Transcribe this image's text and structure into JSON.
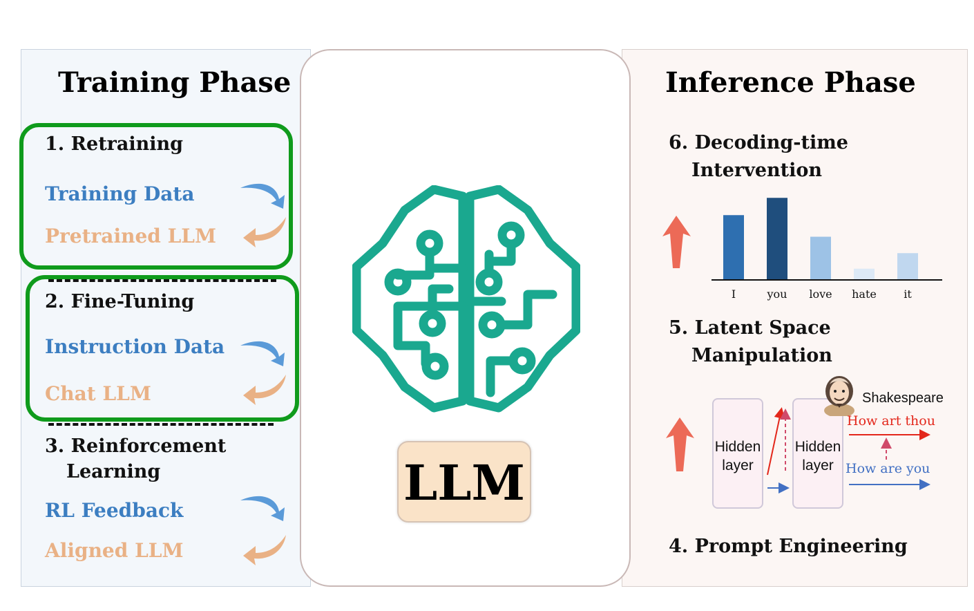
{
  "training": {
    "title": "Training Phase",
    "retraining": {
      "label": "1. Retraining",
      "input": "Training Data",
      "output": "Pretrained LLM"
    },
    "finetuning": {
      "label": "2. Fine-Tuning",
      "input": "Instruction Data",
      "output": "Chat LLM"
    },
    "rl": {
      "label_line1": "3. Reinforcement",
      "label_line2": "Learning",
      "input": "RL Feedback",
      "output": "Aligned LLM"
    }
  },
  "center": {
    "llm_label": "LLM",
    "icon": "circuit-brain-icon"
  },
  "inference": {
    "title": "Inference Phase",
    "decoding": {
      "label_line1": "6. Decoding-time",
      "label_line2": "Intervention"
    },
    "latent": {
      "label_line1": "5. Latent Space",
      "label_line2": "Manipulation",
      "hidden_layer_line1": "Hidden",
      "hidden_layer_line2": "layer",
      "persona": "Shakespeare",
      "target_phrase": "How art thou",
      "source_phrase": "How are you"
    },
    "prompt": {
      "label": "4. Prompt Engineering"
    }
  },
  "chart_data": {
    "type": "bar",
    "categories": [
      "I",
      "you",
      "love",
      "hate",
      "it"
    ],
    "values": [
      0.75,
      0.95,
      0.5,
      0.13,
      0.31
    ],
    "colors": [
      "#2e6fb0",
      "#1f4e7d",
      "#9dc2e6",
      "#dde9f6",
      "#c0d7ef"
    ],
    "ylim": [
      0,
      1
    ],
    "title": "",
    "xlabel": "",
    "ylabel": ""
  },
  "colors": {
    "green_box": "#0f9b1c",
    "blue_text": "#3c7ec1",
    "tan_text": "#e9b185",
    "brain": "#1aa88f",
    "red_arrow": "#ec6a57"
  }
}
